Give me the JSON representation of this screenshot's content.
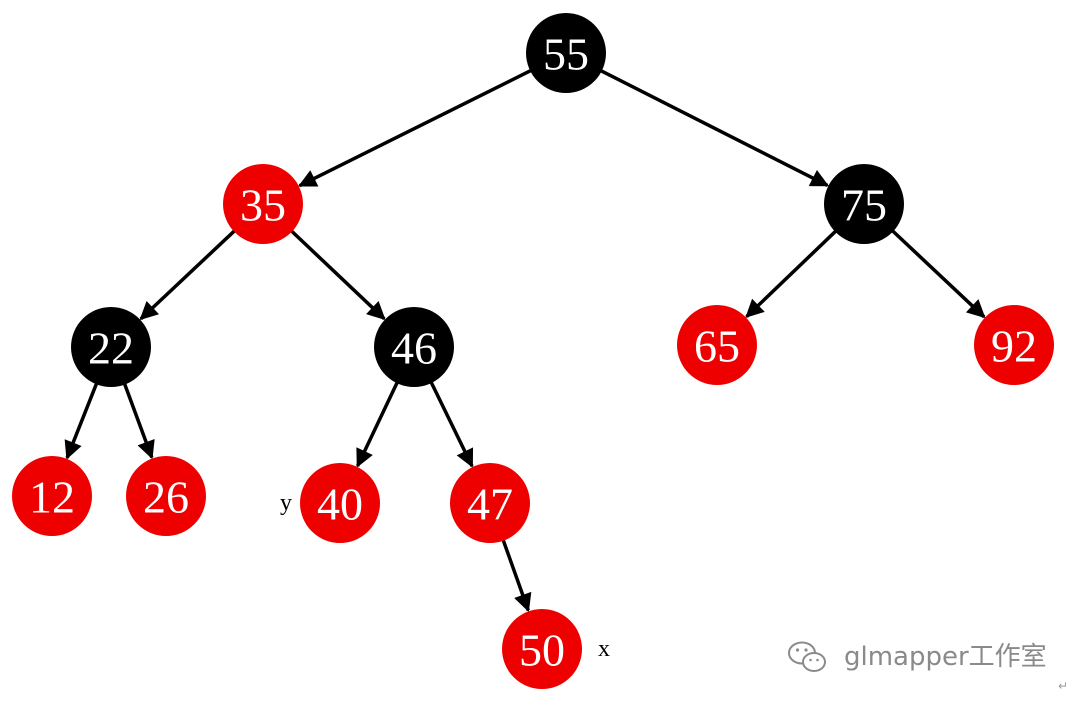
{
  "diagram": {
    "type": "red-black-tree",
    "colors": {
      "red": "#ee0000",
      "black": "#000000",
      "edge": "#000000",
      "text": "#ffffff"
    },
    "nodes": [
      {
        "id": "n55",
        "label": "55",
        "color": "black"
      },
      {
        "id": "n35",
        "label": "35",
        "color": "red"
      },
      {
        "id": "n75",
        "label": "75",
        "color": "black"
      },
      {
        "id": "n22",
        "label": "22",
        "color": "black"
      },
      {
        "id": "n46",
        "label": "46",
        "color": "black"
      },
      {
        "id": "n65",
        "label": "65",
        "color": "red"
      },
      {
        "id": "n92",
        "label": "92",
        "color": "red"
      },
      {
        "id": "n12",
        "label": "12",
        "color": "red"
      },
      {
        "id": "n26",
        "label": "26",
        "color": "red"
      },
      {
        "id": "n40",
        "label": "40",
        "color": "red"
      },
      {
        "id": "n47",
        "label": "47",
        "color": "red"
      },
      {
        "id": "n50",
        "label": "50",
        "color": "red"
      }
    ],
    "edges": [
      [
        "n55",
        "n35"
      ],
      [
        "n55",
        "n75"
      ],
      [
        "n35",
        "n22"
      ],
      [
        "n35",
        "n46"
      ],
      [
        "n75",
        "n65"
      ],
      [
        "n75",
        "n92"
      ],
      [
        "n22",
        "n12"
      ],
      [
        "n22",
        "n26"
      ],
      [
        "n46",
        "n40"
      ],
      [
        "n46",
        "n47"
      ],
      [
        "n47",
        "n50"
      ]
    ],
    "annotations": [
      {
        "node": "n40",
        "text": "y"
      },
      {
        "node": "n50",
        "text": "x"
      }
    ]
  },
  "watermark": {
    "text": "glmapper工作室",
    "icon": "wechat-icon"
  },
  "paragraph_mark": "↵"
}
